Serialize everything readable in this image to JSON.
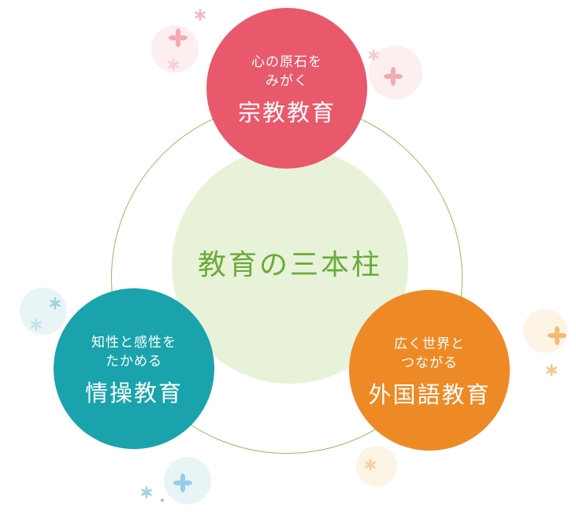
{
  "diagram": {
    "center": {
      "title": "教育の三本柱"
    },
    "pillars": {
      "religious": {
        "subtitle_line1": "心の原石を",
        "subtitle_line2": "みがく",
        "name": "宗教教育",
        "color": "#e8596c"
      },
      "sentiment": {
        "subtitle_line1": "知性と感性を",
        "subtitle_line2": "たかめる",
        "name": "情操教育",
        "color": "#1aa3ac"
      },
      "language": {
        "subtitle_line1": "広く世界と",
        "subtitle_line2": "つながる",
        "name": "外国語教育",
        "color": "#ed8a26"
      }
    },
    "colors": {
      "ring": "#8cc063",
      "center_fill": "#e8f2d8",
      "center_text": "#6aab3a"
    }
  }
}
